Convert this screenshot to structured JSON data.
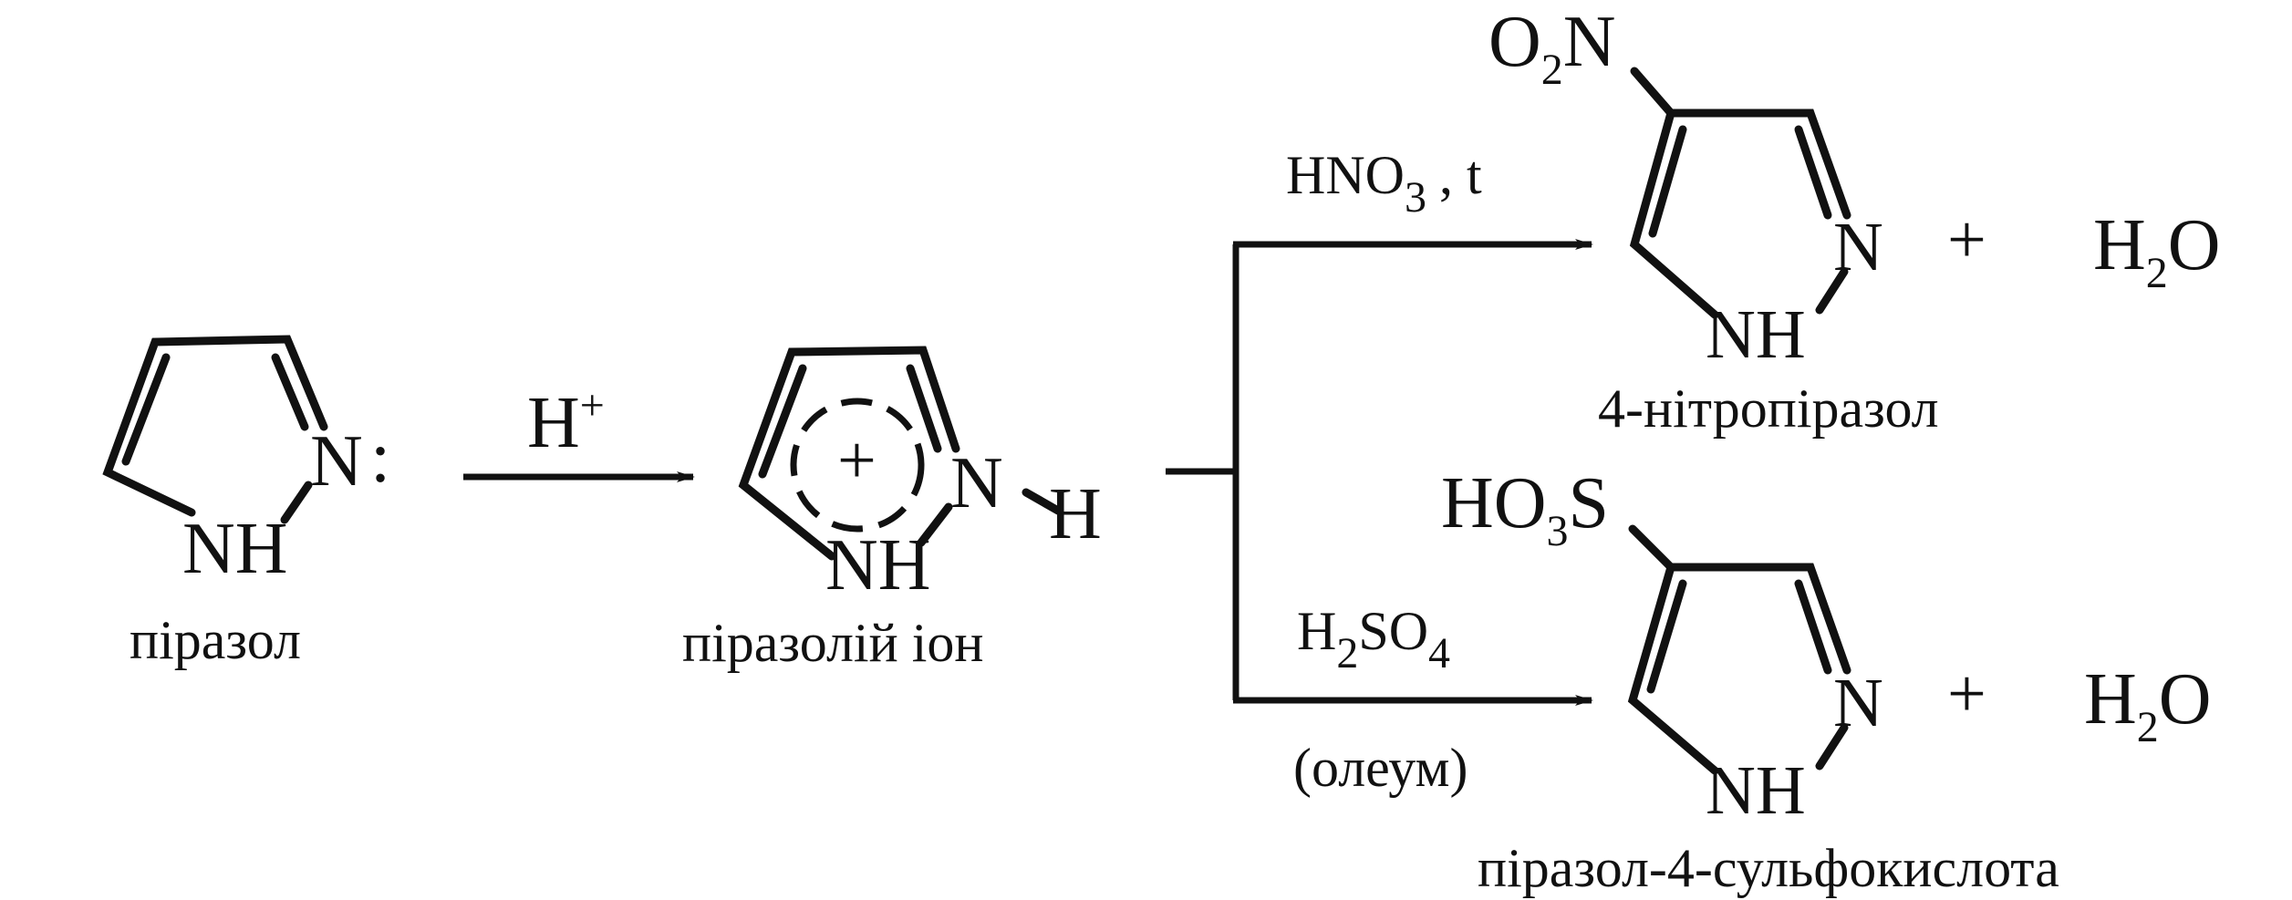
{
  "pyrazole": {
    "n_label": "N",
    "nh_label": "NH",
    "lone_pair": ":",
    "name": "піразол"
  },
  "protonation": {
    "reagent": "H",
    "reagent_sup": "+"
  },
  "pyrazolium": {
    "n_label": "N",
    "nh_label": "NH",
    "h_label": "H",
    "charge": "+",
    "name": "піразолій іон"
  },
  "nitration": {
    "reagent": "HNO",
    "reagent_sub": "3",
    "reagent_cond": ", t",
    "substituent": "O",
    "substituent_sub": "2",
    "substituent_end": "N",
    "n_label": "N",
    "nh_label": "NH",
    "plus": "+",
    "water": "H",
    "water_sub": "2",
    "water_end": "O",
    "name": "4-нітропіразол"
  },
  "sulfonation": {
    "reagent": "H",
    "reagent_sub1": "2",
    "reagent_mid": "SO",
    "reagent_sub2": "4",
    "condition": "(олеум)",
    "substituent": "HO",
    "substituent_sub": "3",
    "substituent_end": "S",
    "n_label": "N",
    "nh_label": "NH",
    "plus": "+",
    "water": "H",
    "water_sub": "2",
    "water_end": "O",
    "name": "піразол-4-сульфокислота"
  }
}
